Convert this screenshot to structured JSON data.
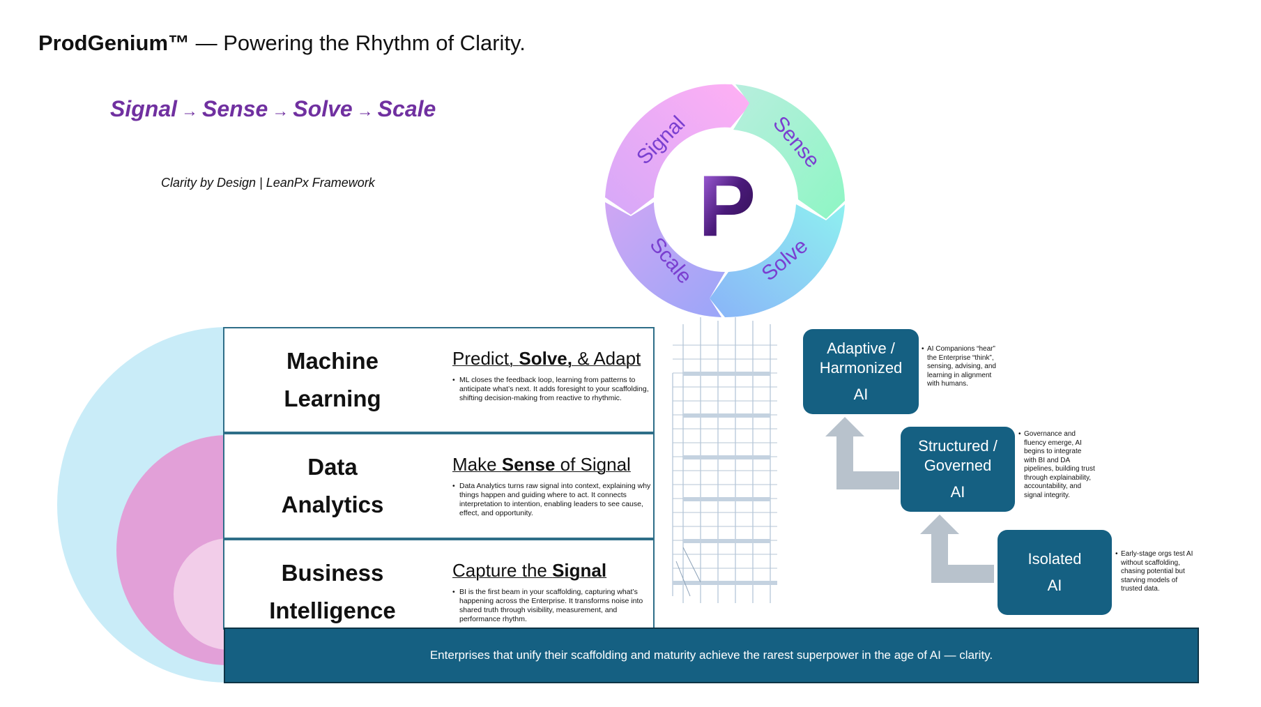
{
  "title": {
    "brand": "ProdGenium™",
    "rest": " — Powering the Rhythm of Clarity."
  },
  "tagline": {
    "words": [
      "Signal",
      "Sense",
      "Solve",
      "Scale"
    ],
    "arrow": "→"
  },
  "subtitle": "Clarity by Design | LeanPx Framework",
  "cycle": {
    "center_letter": "P",
    "segments": [
      {
        "label": "Signal",
        "color": "#f4a6f0"
      },
      {
        "label": "Sense",
        "color": "#9ff0c8"
      },
      {
        "label": "Solve",
        "color": "#8ed8f4"
      },
      {
        "label": "Scale",
        "color": "#b9a4f4"
      }
    ],
    "label_color": "#7a3fd0"
  },
  "layers": [
    {
      "name_line1": "Machine",
      "name_line2": "Learning",
      "head_pre": "Predict, ",
      "head_bold": "Solve,",
      "head_post": " & Adapt",
      "body": "ML closes the feedback loop, learning from patterns to anticipate what’s next. It adds foresight to your scaffolding, shifting decision-making from reactive to rhythmic."
    },
    {
      "name_line1": "Data",
      "name_line2": "Analytics",
      "head_pre": "Make ",
      "head_bold": "Sense",
      "head_post": " of Signal",
      "body": "Data Analytics turns raw signal into context, explaining why things happen and guiding where to act. It connects interpretation to intention, enabling leaders to see cause, effect, and opportunity."
    },
    {
      "name_line1": "Business",
      "name_line2": "Intelligence",
      "head_pre": "Capture the ",
      "head_bold": "Signal",
      "head_post": "",
      "body": "BI is the first beam in your scaffolding, capturing what’s happening across the Enterprise. It transforms noise into shared truth through visibility, measurement, and performance rhythm."
    }
  ],
  "banner": "Enterprises that unify their scaffolding and maturity achieve the rarest superpower in the age of AI — clarity.",
  "maturity": [
    {
      "line1": "Adaptive /",
      "line2": "Harmonized",
      "line3": "AI",
      "note": "AI Companions “hear” the Enterprise “think”, sensing, advising, and learning in alignment with humans."
    },
    {
      "line1": "Structured /",
      "line2": "Governed",
      "line3": "AI",
      "note": "Governance and fluency emerge, AI begins to integrate with BI and DA pipelines, building trust through explainability, accountability, and signal integrity."
    },
    {
      "line1": "Isolated",
      "line2": "",
      "line3": "AI",
      "note": "Early-stage orgs test AI without scaffolding, chasing potential but starving models of trusted data."
    }
  ],
  "colors": {
    "accent": "#7030a0",
    "navy": "#156082",
    "arrow_gray": "#b8c2cc"
  }
}
